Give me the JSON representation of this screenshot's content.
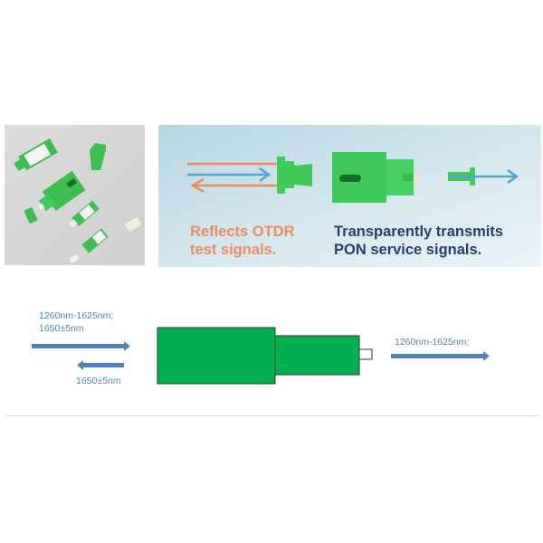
{
  "photo": {
    "description": "green SC/LC reflective filter connectors product photo"
  },
  "banner": {
    "left_caption_line1": "Reflects OTDR",
    "left_caption_line2": "test signals.",
    "right_caption_line1": "Transparently transmits",
    "right_caption_line2": "PON service signals.",
    "colors": {
      "orange": "#f08a5d",
      "navy": "#24416e",
      "signal_blue": "#4aa8d8",
      "connector_green": "#33c759"
    }
  },
  "schematic": {
    "input_label_line1": "1260nm-1625nm;",
    "input_label_line2": "1650±5nm",
    "reflect_label": "1650±5nm",
    "output_label": "1260nm-1625nm;",
    "colors": {
      "arrow": "#4f81bd",
      "body": "#00b050",
      "outline": "#1f3f1f"
    }
  }
}
